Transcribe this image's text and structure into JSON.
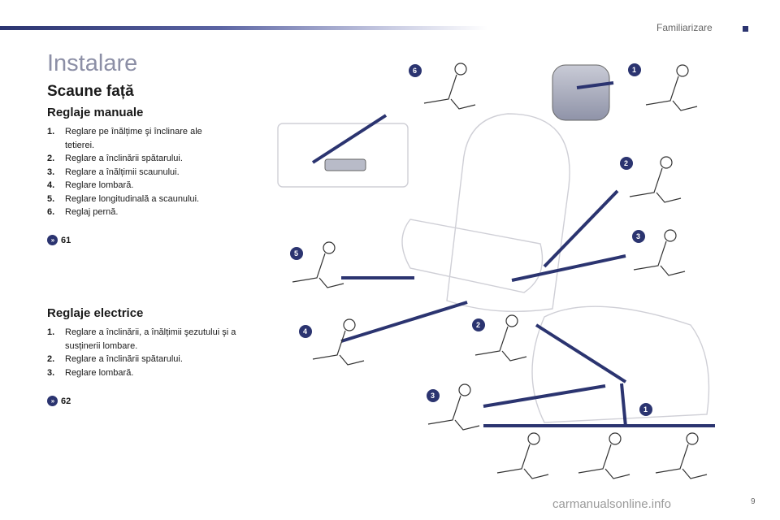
{
  "header": {
    "section": "Familiarizare"
  },
  "page": {
    "title": "Instalare",
    "subtitle": "Scaune față",
    "manual": {
      "heading": "Reglaje manuale",
      "items": [
        {
          "num": "1.",
          "text": "Reglare pe înălțime şi înclinare ale tetierei."
        },
        {
          "num": "2.",
          "text": "Reglare a înclinării spătarului."
        },
        {
          "num": "3.",
          "text": "Reglare a înălțimii scaunului."
        },
        {
          "num": "4.",
          "text": "Reglare lombară."
        },
        {
          "num": "5.",
          "text": "Reglare longitudinală a scaunului."
        },
        {
          "num": "6.",
          "text": "Reglaj pernă."
        }
      ],
      "ref": "61"
    },
    "electric": {
      "heading": "Reglaje electrice",
      "items": [
        {
          "num": "1.",
          "text": "Reglare a înclinării, a înălțimii şezutului şi a susținerii lombare."
        },
        {
          "num": "2.",
          "text": "Reglare a înclinării spătarului."
        },
        {
          "num": "3.",
          "text": "Reglare lombară."
        }
      ],
      "ref": "62"
    },
    "page_number": "9",
    "watermark": "carmanualsonline.info"
  },
  "illustration": {
    "badges": [
      "6",
      "1",
      "2",
      "3",
      "5",
      "4",
      "2",
      "3",
      "1"
    ]
  },
  "colors": {
    "accent": "#2b3470",
    "title": "#8c8fa6"
  }
}
